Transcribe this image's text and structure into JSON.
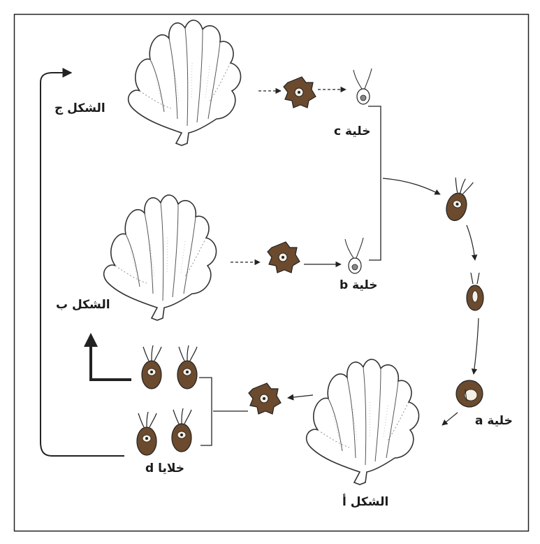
{
  "labels": {
    "form_a": "الشكل أ",
    "form_b": "الشكل ب",
    "form_c": "الشكل ج",
    "cell_a_word": "خلية",
    "cell_a_letter": "a",
    "cell_b_word": "خلية",
    "cell_b_letter": "b",
    "cell_c_word": "خلية",
    "cell_c_letter": "c",
    "cells_d_word": "خلايا",
    "cells_d_letter": "d"
  },
  "colors": {
    "cell_fill": "#6b4a2e",
    "nucleus": "#f5efe4",
    "line": "#222222",
    "sponge_stroke": "#333333"
  }
}
